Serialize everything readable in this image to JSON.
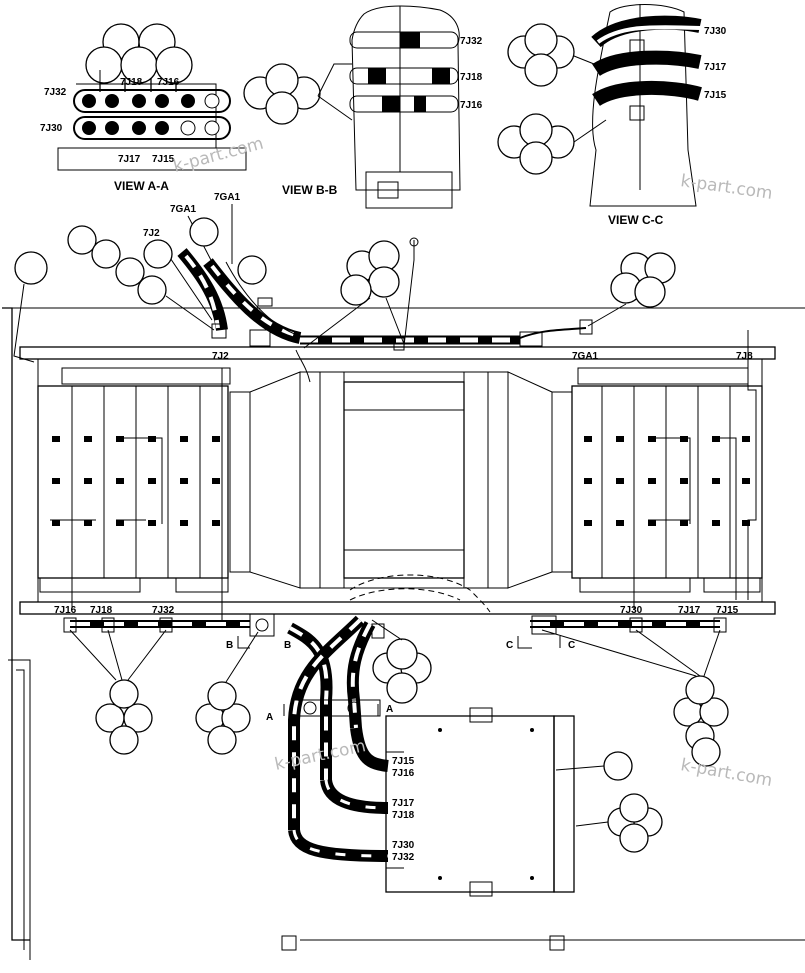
{
  "views": {
    "a": "VIEW A-A",
    "b": "VIEW B-B",
    "c": "VIEW C-C"
  },
  "watermark": "k-part.com",
  "labels": {
    "j32": "7J32",
    "j30": "7J30",
    "j18": "7J18",
    "j16": "7J16",
    "j17": "7J17",
    "j15": "7J15",
    "j2": "7J2",
    "j8": "7J8",
    "ga1": "7GA1",
    "sec_a": "A",
    "sec_b": "B",
    "sec_c": "C"
  }
}
